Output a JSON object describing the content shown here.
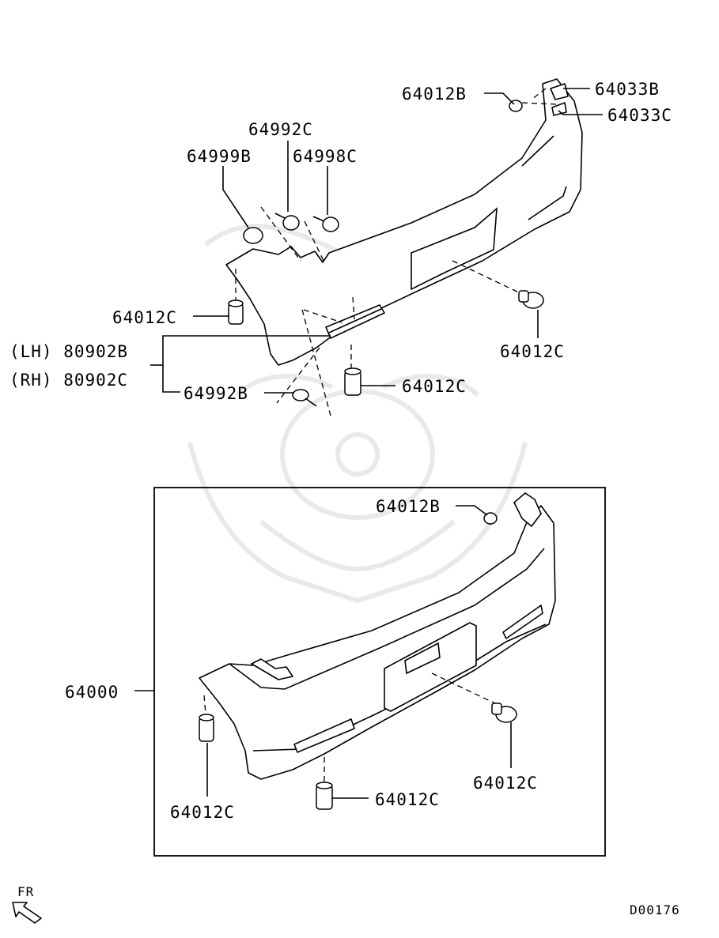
{
  "diagram": {
    "code": "D00176",
    "direction_label": "FR",
    "upper_labels": {
      "p64012B_top": "64012B",
      "p64033B": "64033B",
      "p64033C": "64033C",
      "p64992C": "64992C",
      "p64999B": "64999B",
      "p64998C": "64998C",
      "p64012C_left": "64012C",
      "p64012C_right": "64012C",
      "lh": "(LH) 80902B",
      "rh": "(RH) 80902C",
      "p64992B": "64992B",
      "p64012C_center": "64012C"
    },
    "lower_labels": {
      "p64012B": "64012B",
      "p64000": "64000",
      "p64012C_right": "64012C",
      "p64012C_left": "64012C",
      "p64012C_center": "64012C"
    }
  }
}
